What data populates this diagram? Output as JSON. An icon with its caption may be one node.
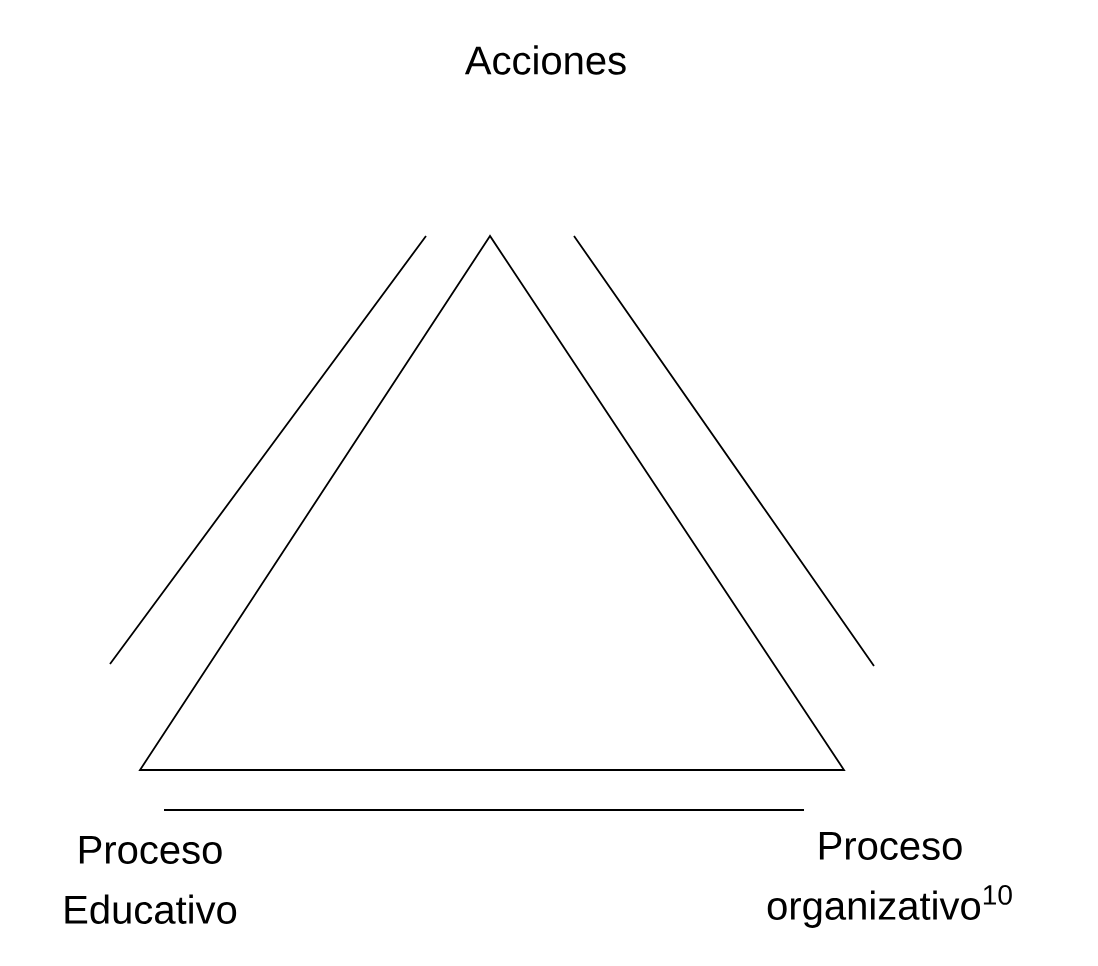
{
  "diagram": {
    "nodes": [
      {
        "text": [
          "Acciones"
        ]
      },
      {
        "text": [
          "Proceso Educativo"
        ]
      },
      {
        "text": [
          "Proceso organizativo$^{10}$"
        ]
      }
    ]
  }
}
